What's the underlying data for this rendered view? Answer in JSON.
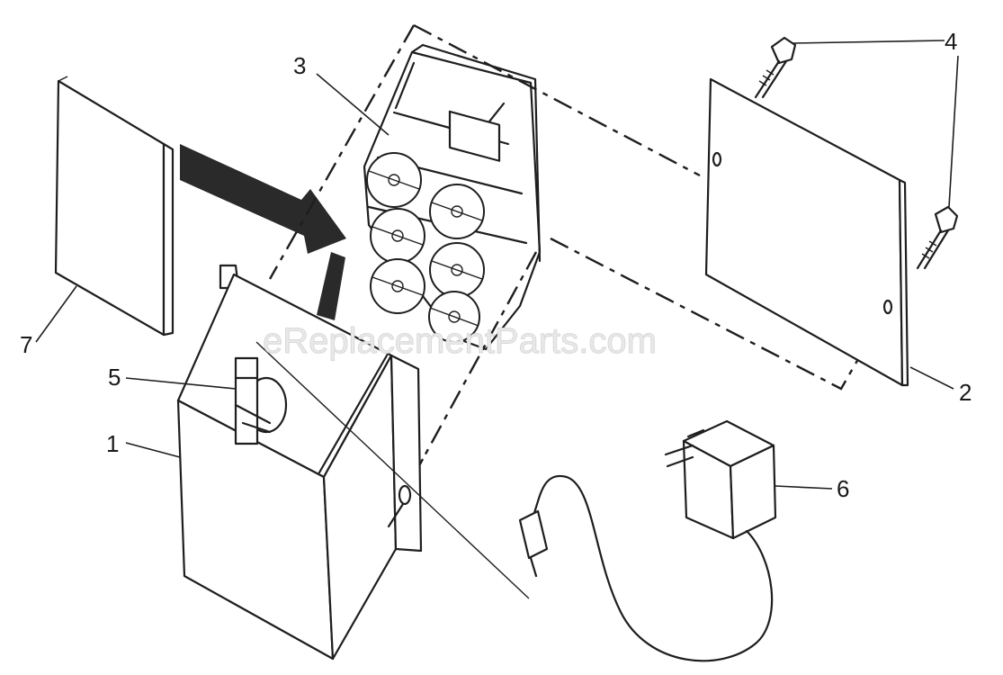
{
  "watermark": "eReplacementParts.com",
  "callouts": {
    "c1": "1",
    "c2": "2",
    "c3": "3",
    "c4": "4",
    "c5": "5",
    "c6": "6",
    "c7": "7"
  }
}
